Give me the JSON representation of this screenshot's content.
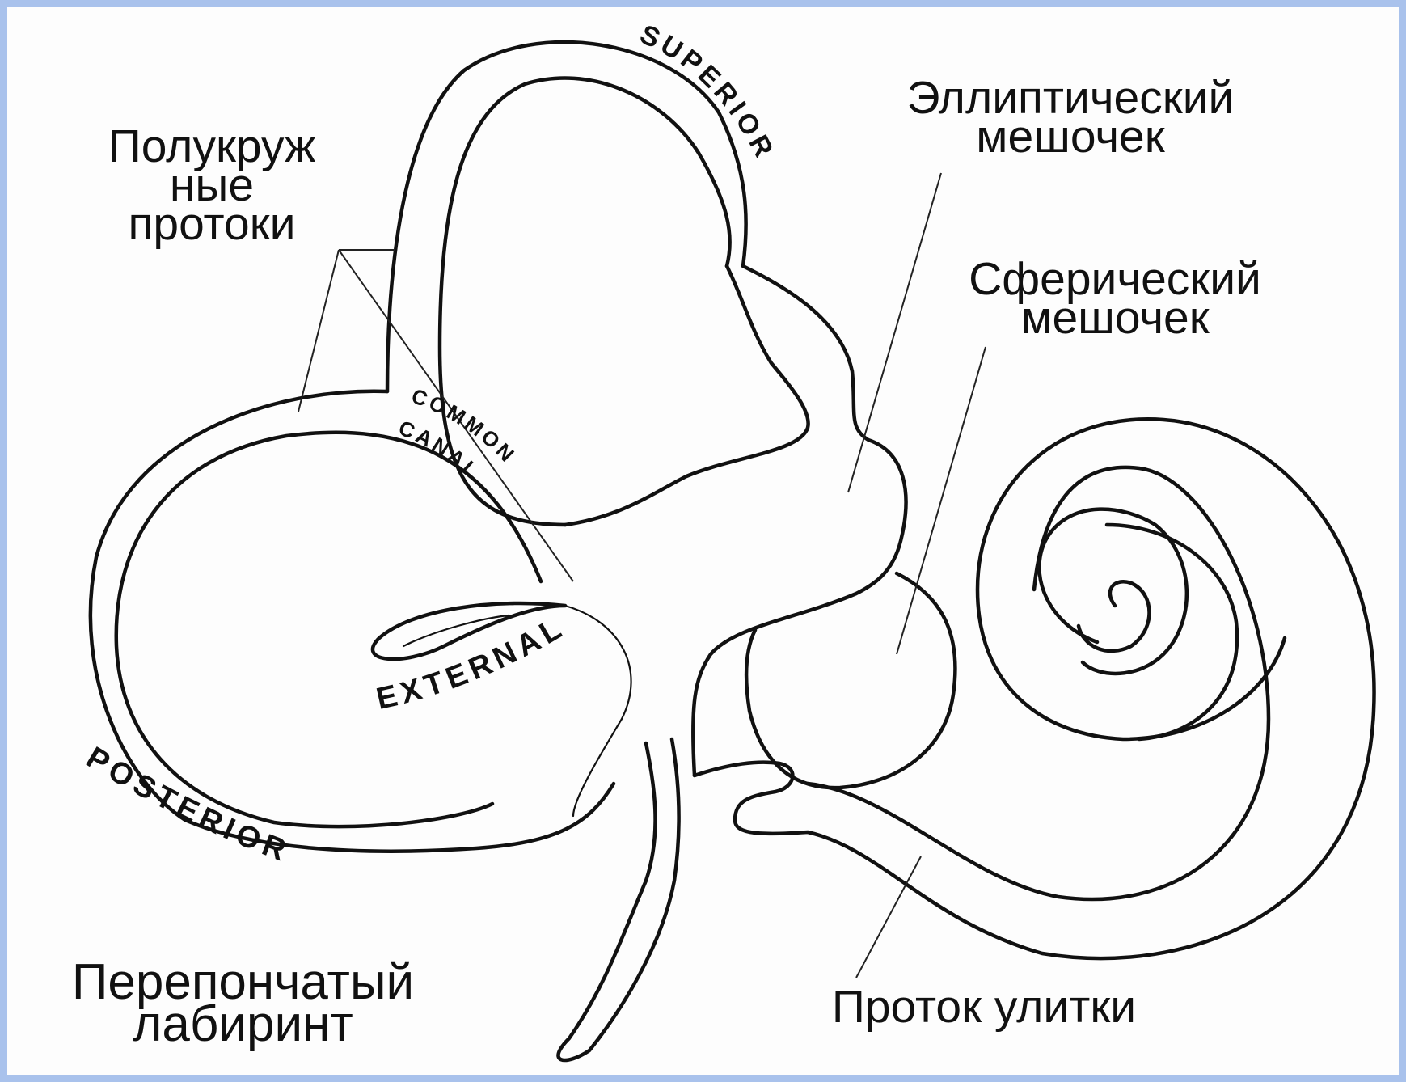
{
  "title": {
    "line1": "Перепончатый",
    "line2": "лабиринт"
  },
  "labels": {
    "semicircular_ducts": {
      "line1": "Полукруж",
      "line2": "ные",
      "line3": "протоки"
    },
    "utricle": {
      "line1": "Эллиптический",
      "line2": "мешочек"
    },
    "saccule": {
      "line1": "Сферический",
      "line2": "мешочек"
    },
    "cochlear_duct": "Проток улитки"
  },
  "canal_labels": {
    "superior": "SUPERIOR",
    "common": "COMMON",
    "canal": "CANAL",
    "external": "EXTERNAL",
    "posterior": "POSTERIOR"
  },
  "colors": {
    "border": "#a9c2ec",
    "background": "#fdfdfd",
    "ink": "#111111"
  }
}
